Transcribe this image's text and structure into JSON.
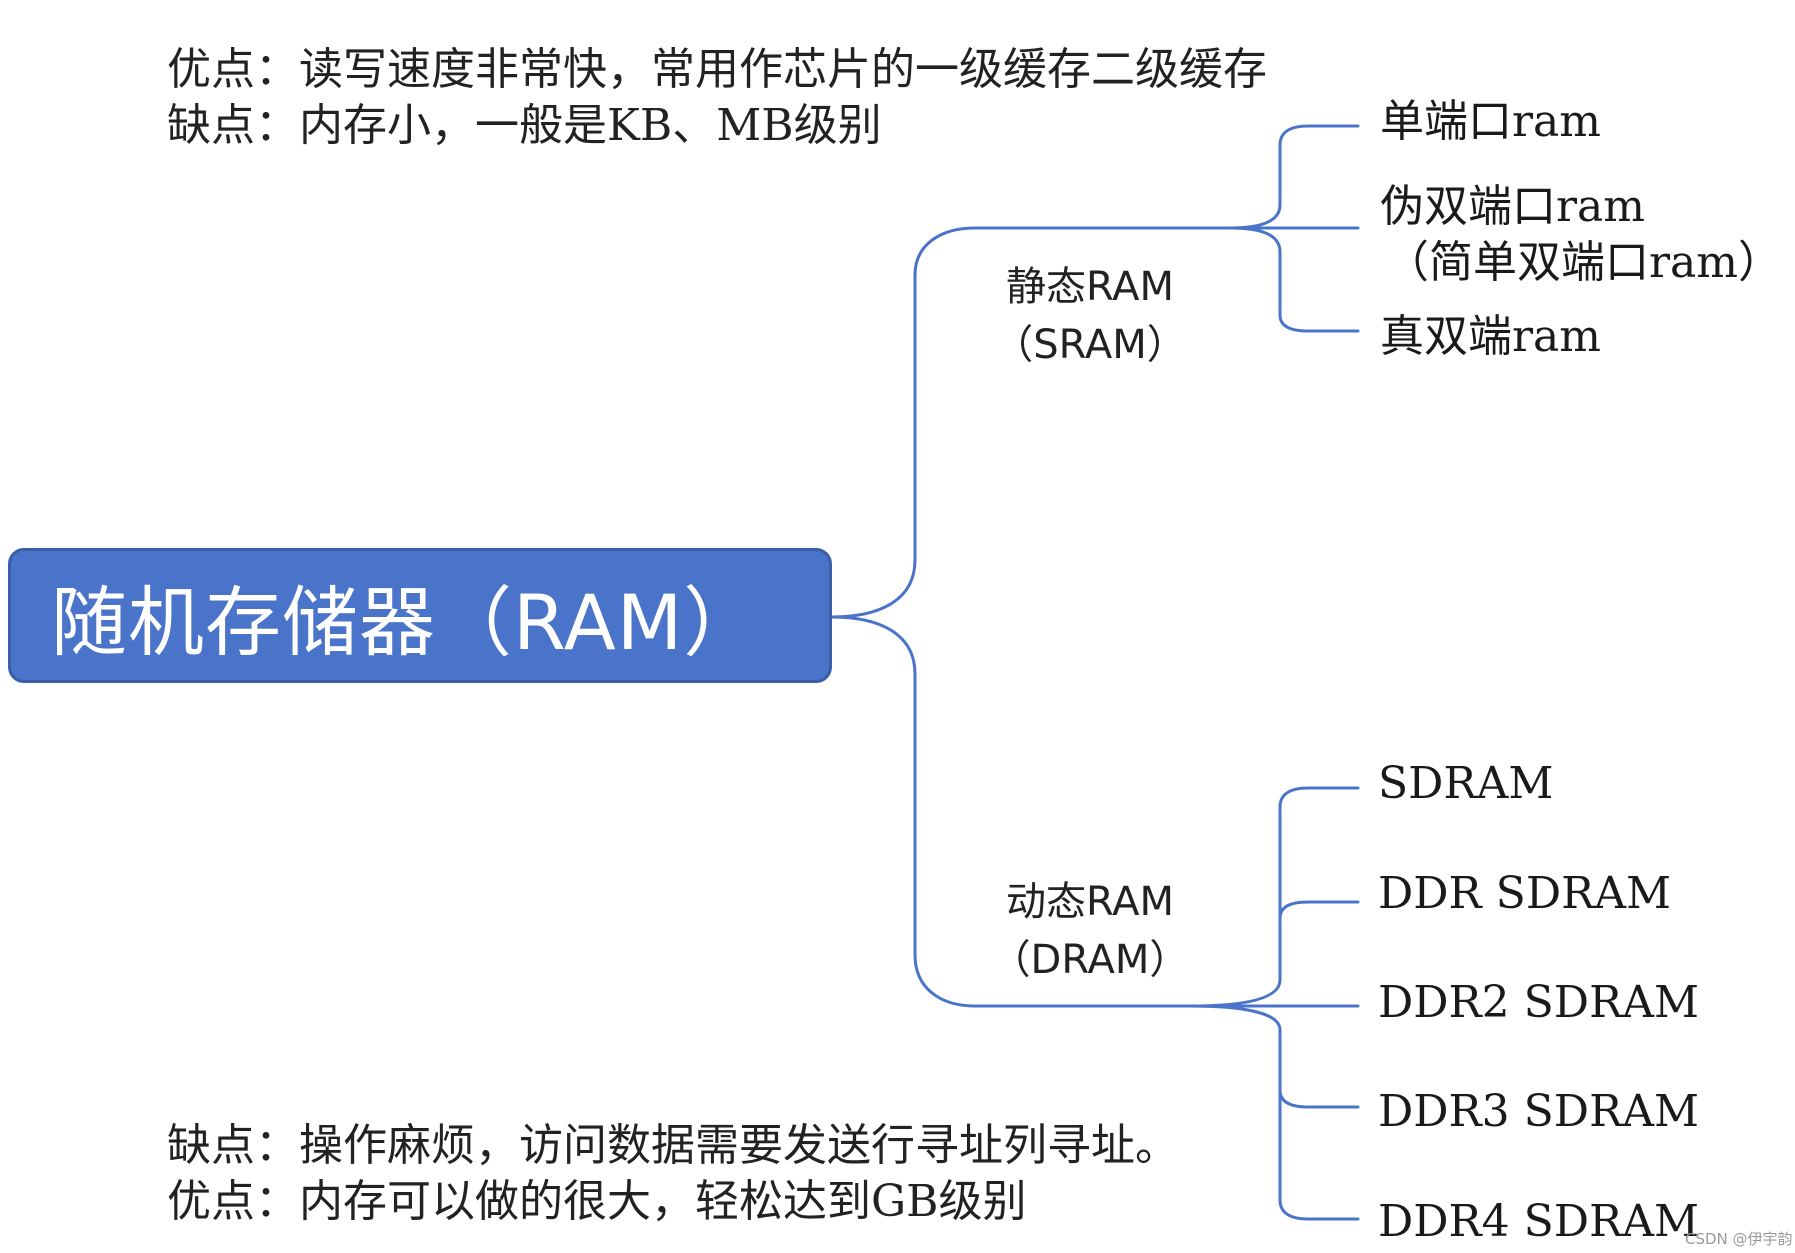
{
  "root": {
    "label": "随机存储器（RAM）"
  },
  "sram": {
    "label_line1": "静态RAM",
    "label_line2": "（SRAM）",
    "pros": "优点：读写速度非常快，常用作芯片的一级缓存二级缓存",
    "cons": "缺点：内存小，一般是KB、MB级别",
    "types": [
      {
        "label": "单端口ram"
      },
      {
        "label": "伪双端口ram",
        "sub": "（简单双端口ram）"
      },
      {
        "label": "真双端ram"
      }
    ]
  },
  "dram": {
    "label_line1": "动态RAM",
    "label_line2": "（DRAM）",
    "cons": "缺点：操作麻烦，访问数据需要发送行寻址列寻址。",
    "pros": "优点：内存可以做的很大，轻松达到GB级别",
    "types": [
      {
        "label": "SDRAM"
      },
      {
        "label": "DDR SDRAM"
      },
      {
        "label": "DDR2 SDRAM"
      },
      {
        "label": "DDR3 SDRAM"
      },
      {
        "label": "DDR4 SDRAM"
      }
    ]
  },
  "watermark": "CSDN @伊宇韵",
  "colors": {
    "root_fill": "#4a74c9",
    "connector": "#4a74c9",
    "text": "#222222"
  }
}
